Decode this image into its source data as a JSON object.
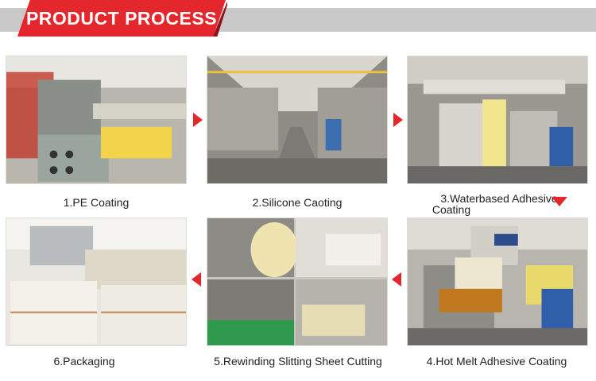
{
  "header": {
    "title": "PRODUCT PROCESS"
  },
  "steps": [
    {
      "label": "1.PE Coating"
    },
    {
      "label": "2.Silicone Caoting"
    },
    {
      "label_line1": "3.Waterbased Adhesive",
      "label_line2": "Coating"
    },
    {
      "label": "4.Hot Melt Adhesive Coating"
    },
    {
      "label": "5.Rewinding Slitting Sheet Cutting"
    },
    {
      "label": "6.Packaging"
    }
  ],
  "colors": {
    "accent": "#e4262d",
    "bar": "#c9c9c9"
  }
}
